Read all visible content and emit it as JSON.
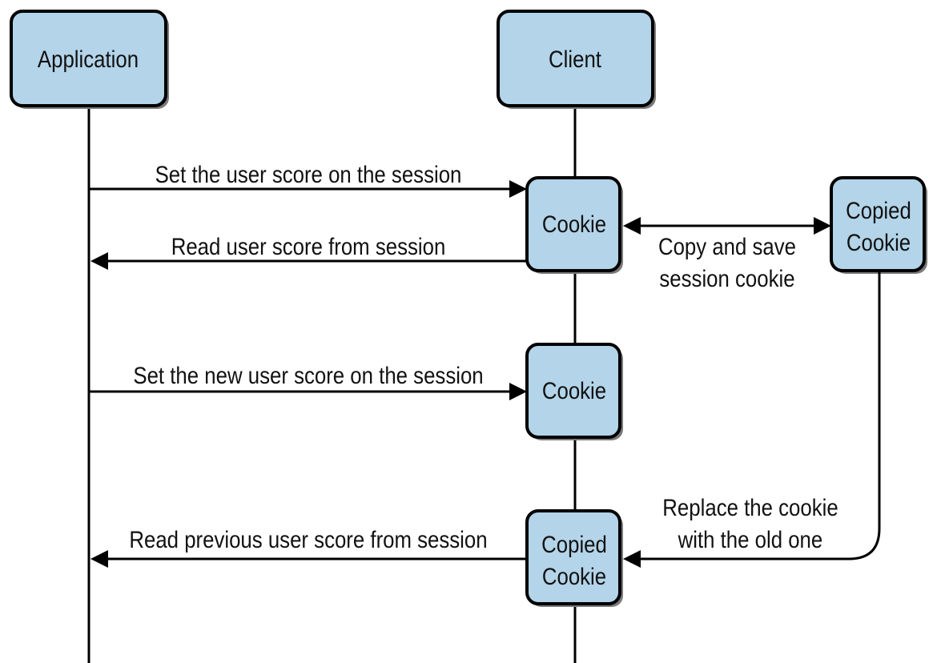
{
  "participants": {
    "application": "Application",
    "client": "Client"
  },
  "nodes": {
    "cookie_1": "Cookie",
    "copied_cookie_top_line1": "Copied",
    "copied_cookie_top_line2": "Cookie",
    "cookie_2": "Cookie",
    "copied_cookie_bottom_line1": "Copied",
    "copied_cookie_bottom_line2": "Cookie"
  },
  "messages": {
    "set_score": "Set the user score on the session",
    "read_score": "Read user score from session",
    "copy_save_line1": "Copy and save",
    "copy_save_line2": "session cookie",
    "set_new_score": "Set the new user score on the session",
    "replace_line1": "Replace the cookie",
    "replace_line2": "with the old one",
    "read_previous": "Read previous user score from session"
  },
  "colors": {
    "node_fill": "#b3d4e9",
    "stroke": "#000000"
  }
}
